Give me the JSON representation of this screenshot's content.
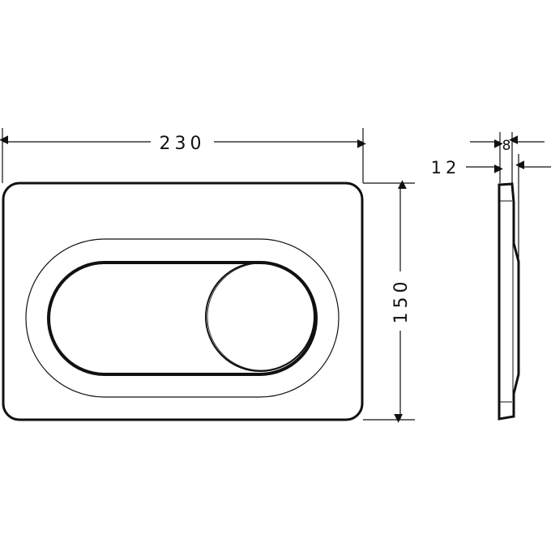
{
  "dimensions": {
    "width": "230",
    "height": "150",
    "depth_front": "8",
    "depth_total": "12"
  },
  "colors": {
    "line": "#111111",
    "background": "#ffffff"
  }
}
